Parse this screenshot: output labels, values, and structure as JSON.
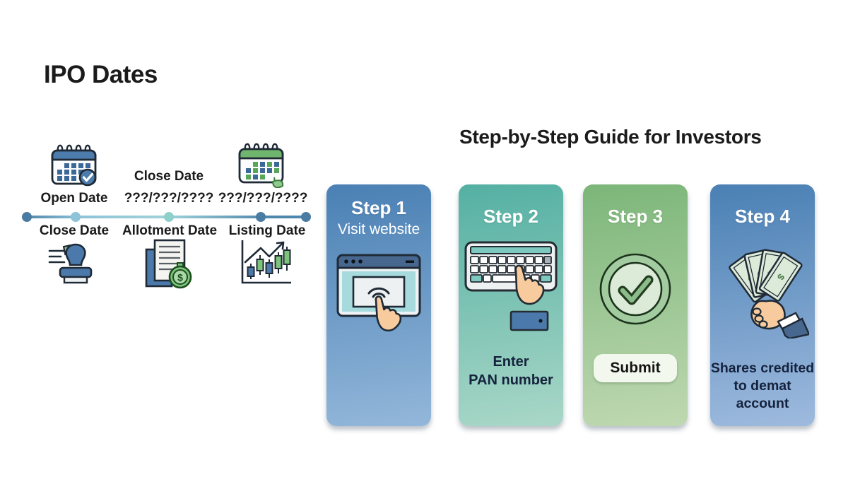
{
  "title": "IPO Dates",
  "guide": {
    "heading": "Step-by-Step Guide for Investors"
  },
  "timeline": {
    "top": [
      {
        "label": "Open Date",
        "icon": "calendar-check-icon"
      },
      {
        "label": "Close Date",
        "date": "???/???/????"
      },
      {
        "date": "???/???/????",
        "icon": "calendar-leaf-icon"
      }
    ],
    "bottom": [
      {
        "label": "Close Date",
        "icon": "stamp-icon"
      },
      {
        "label": "Allotment Date",
        "icon": "document-dollar-icon"
      },
      {
        "label": "Listing Date",
        "icon": "candlestick-chart-icon"
      }
    ]
  },
  "steps": [
    {
      "title": "Step 1",
      "subtitle": "Visit website",
      "icon": "browser-tap-icon",
      "gradient_top": "#4a80b4",
      "gradient_bottom": "#93b7da"
    },
    {
      "title": "Step 2",
      "caption_lines": [
        "Enter",
        "PAN number"
      ],
      "icon": "keyboard-typing-icon",
      "gradient_top": "#54b0a3",
      "gradient_bottom": "#a9d7c7"
    },
    {
      "title": "Step 3",
      "button_label": "Submit",
      "icon": "check-circle-icon",
      "gradient_top": "#7cb679",
      "gradient_bottom": "#bfd8b1"
    },
    {
      "title": "Step 4",
      "caption_lines": [
        "Shares credited",
        "to demat",
        "account"
      ],
      "icon": "money-fan-hand-icon",
      "gradient_top": "#4a80b4",
      "gradient_bottom": "#9ebade"
    }
  ],
  "colors": {
    "ink": "#1b1b1b",
    "caption": "#15223d",
    "line-blue": "#4e87ad",
    "line-light": "#9fd2d8",
    "dot-blue": "#4a7ca3",
    "dot-light-blue": "#8fc3d8",
    "dot-teal": "#8fd0ca",
    "accent-blue": "#4c79ab",
    "accent-green": "#7cc47c"
  }
}
